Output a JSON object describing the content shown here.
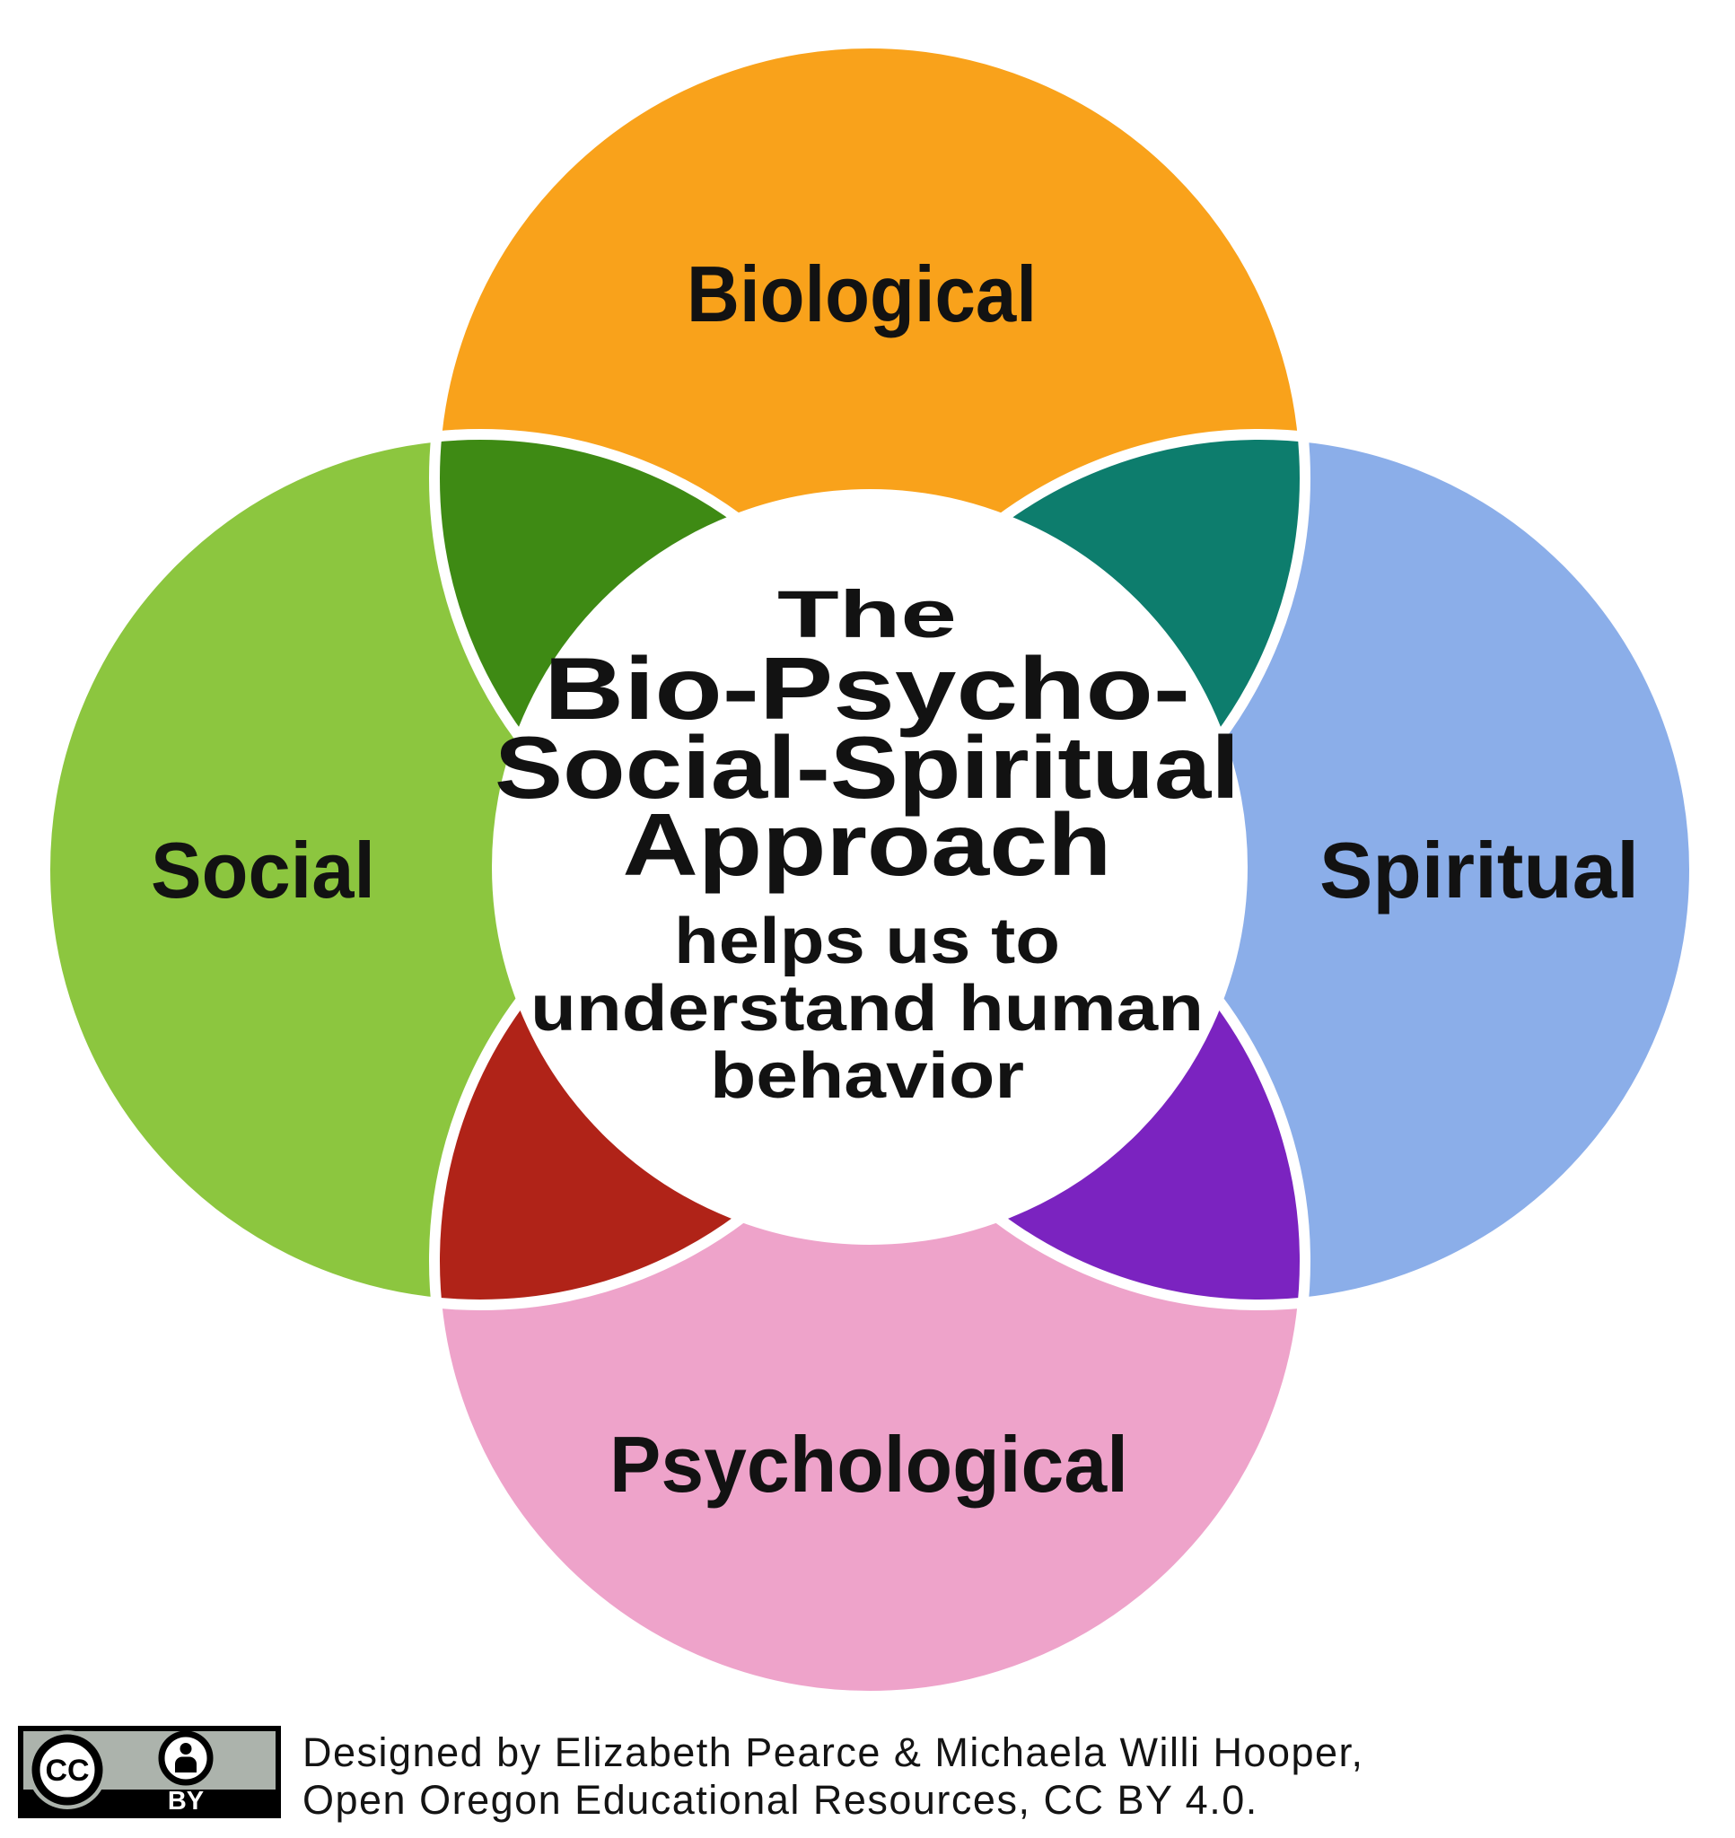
{
  "diagram": {
    "circles": {
      "biological": {
        "label": "Biological",
        "color": "#F9A21B"
      },
      "social": {
        "label": "Social",
        "color": "#8CC63F"
      },
      "spiritual": {
        "label": "Spiritual",
        "color": "#8BAEE9"
      },
      "psychological": {
        "label": "Psychological",
        "color": "#EEA3CA"
      }
    },
    "overlaps": {
      "biological_social": {
        "color": "#3E8A14"
      },
      "biological_spiritual": {
        "color": "#0D7D6D"
      },
      "social_psychological": {
        "color": "#B02318"
      },
      "spiritual_psychological": {
        "color": "#7B23C0"
      }
    },
    "center": {
      "background": "#FFFFFF",
      "text_color": "#121212",
      "line1": "The",
      "line2": "Bio-Psycho-",
      "line3": "Social-Spiritual",
      "line4": "Approach",
      "line5": "helps us to",
      "line6": "understand human",
      "line7": "behavior"
    }
  },
  "footer": {
    "badge": {
      "cc_text": "CC",
      "by_text": "BY",
      "plate_color": "#ACB3AC"
    },
    "attribution": {
      "line1": "Designed by Elizabeth Pearce & Michaela Willi Hooper,",
      "line2": "Open Oregon Educational Resources, CC BY 4.0."
    }
  }
}
